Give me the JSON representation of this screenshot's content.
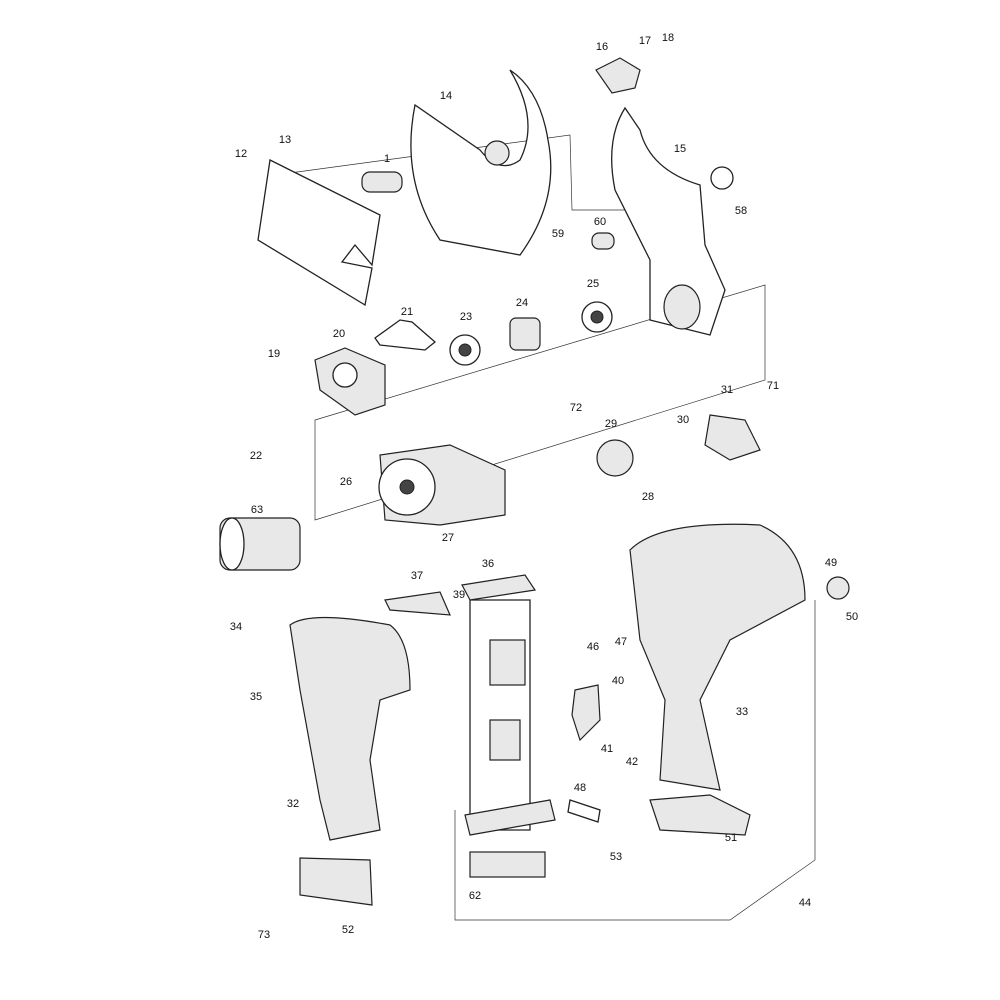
{
  "diagram": {
    "type": "exploded-parts-diagram",
    "part_numbers": [
      "16",
      "17",
      "18",
      "14",
      "13",
      "12",
      "1",
      "15",
      "58",
      "60",
      "59",
      "25",
      "24",
      "23",
      "21",
      "20",
      "19",
      "31",
      "71",
      "72",
      "29",
      "30",
      "22",
      "26",
      "28",
      "63",
      "27",
      "36",
      "37",
      "39",
      "49",
      "50",
      "34",
      "46",
      "47",
      "35",
      "40",
      "33",
      "41",
      "42",
      "48",
      "32",
      "51",
      "53",
      "62",
      "44",
      "73",
      "52"
    ]
  }
}
